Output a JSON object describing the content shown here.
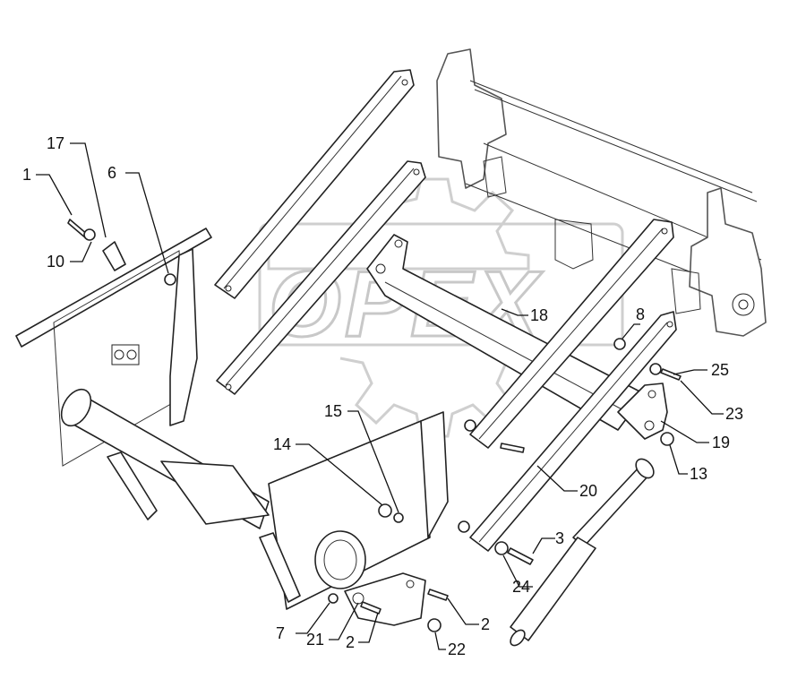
{
  "watermark": {
    "text": "OPEX"
  },
  "callouts": [
    {
      "id": "c1",
      "text": "1"
    },
    {
      "id": "c17",
      "text": "17"
    },
    {
      "id": "c6",
      "text": "6"
    },
    {
      "id": "c10",
      "text": "10"
    },
    {
      "id": "c18",
      "text": "18"
    },
    {
      "id": "c8",
      "text": "8"
    },
    {
      "id": "c25",
      "text": "25"
    },
    {
      "id": "c23",
      "text": "23"
    },
    {
      "id": "c15",
      "text": "15"
    },
    {
      "id": "c14",
      "text": "14"
    },
    {
      "id": "c19",
      "text": "19"
    },
    {
      "id": "c13",
      "text": "13"
    },
    {
      "id": "c20",
      "text": "20"
    },
    {
      "id": "c3",
      "text": "3"
    },
    {
      "id": "c24",
      "text": "24"
    },
    {
      "id": "c7",
      "text": "7"
    },
    {
      "id": "c21",
      "text": "21"
    },
    {
      "id": "c2a",
      "text": "2"
    },
    {
      "id": "c22",
      "text": "22"
    },
    {
      "id": "c2b",
      "text": "2"
    }
  ]
}
